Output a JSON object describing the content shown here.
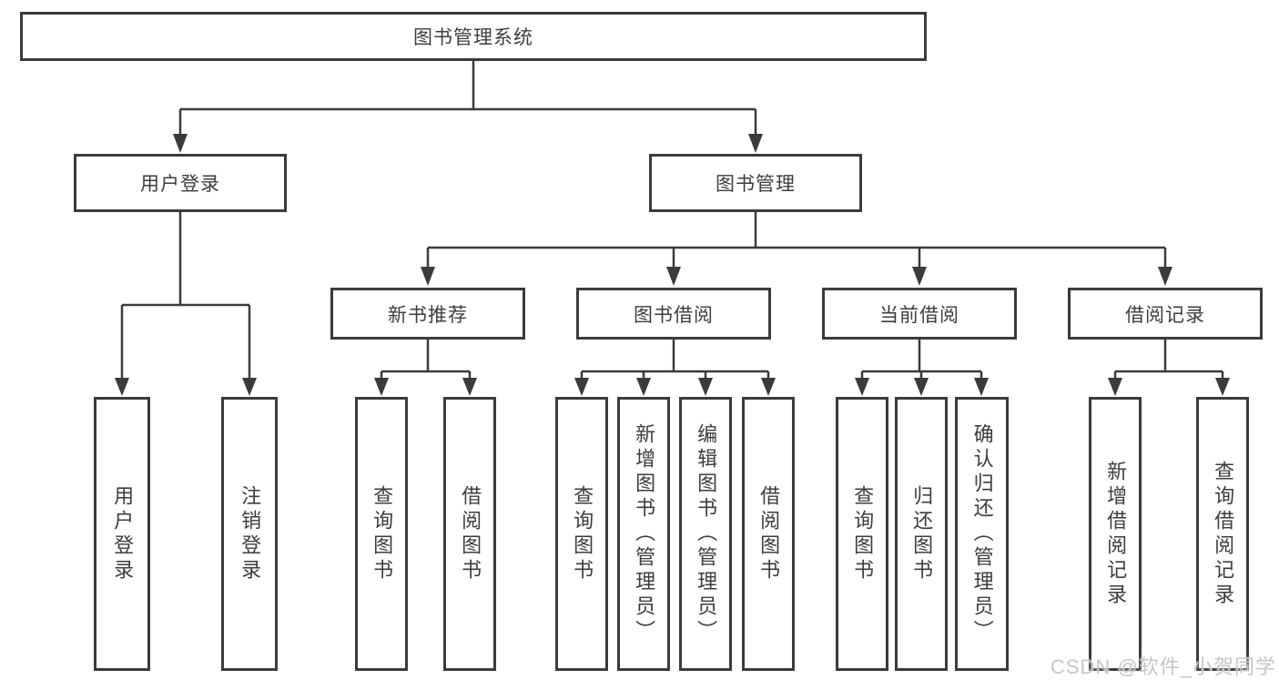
{
  "title": "图书管理系统",
  "tree": {
    "label": "图书管理系统",
    "children": [
      {
        "label": "用户登录",
        "children": [
          {
            "label": "用户登录"
          },
          {
            "label": "注销登录"
          }
        ]
      },
      {
        "label": "图书管理",
        "children": [
          {
            "label": "新书推荐",
            "children": [
              {
                "label": "查询图书"
              },
              {
                "label": "借阅图书"
              }
            ]
          },
          {
            "label": "图书借阅",
            "children": [
              {
                "label": "查询图书"
              },
              {
                "label": "新增图书（管理员）"
              },
              {
                "label": "编辑图书（管理员）"
              },
              {
                "label": "借阅图书"
              }
            ]
          },
          {
            "label": "当前借阅",
            "children": [
              {
                "label": "查询图书"
              },
              {
                "label": "归还图书"
              },
              {
                "label": "确认归还（管理员）"
              }
            ]
          },
          {
            "label": "借阅记录",
            "children": [
              {
                "label": "新增借阅记录"
              },
              {
                "label": "查询借阅记录"
              }
            ]
          }
        ]
      }
    ]
  },
  "watermark": {
    "text": "CSDN @软件_小贺同学"
  },
  "colors": {
    "line": "#3b3b3b",
    "text": "#3d3d3d",
    "box_background": "#ffffff",
    "page_background": "#ffffff",
    "watermark": "#c3c7cb"
  }
}
